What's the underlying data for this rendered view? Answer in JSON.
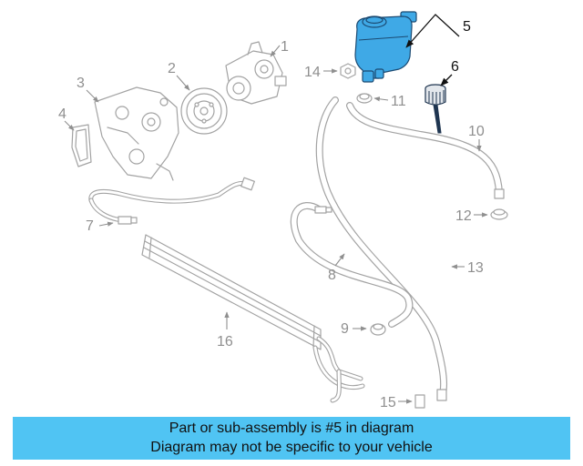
{
  "callouts": [
    "1",
    "2",
    "3",
    "4",
    "5",
    "6",
    "7",
    "8",
    "9",
    "10",
    "11",
    "12",
    "13",
    "14",
    "15",
    "16"
  ],
  "banner": {
    "line1": "Part or sub-assembly is #5 in diagram",
    "line2": "Diagram may not be specific to your vehicle"
  },
  "colors": {
    "banner": "#50c4f3",
    "highlight": "#3fa9e6",
    "part_stroke": "#a3a3a3",
    "callout_text": "#8f8f8f",
    "highlight_callout": "#111111"
  }
}
